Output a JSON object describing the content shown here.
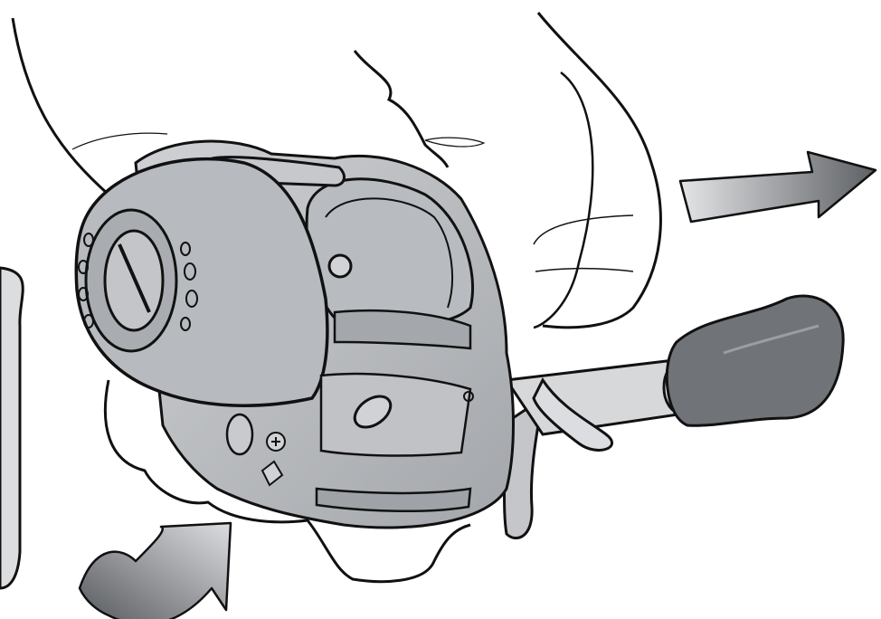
{
  "illustration": {
    "subject": "baitcasting-reel-held-in-hand",
    "arrows": [
      {
        "kind": "straight-arrow",
        "direction": "right"
      },
      {
        "kind": "curved-arrow",
        "direction": "rotate-up-right"
      }
    ],
    "colors": {
      "outline": "#111111",
      "reel_light": "#c9cbce",
      "reel_mid": "#aeb1b5",
      "reel_dark": "#8d9095",
      "knob": "#6e7175",
      "panel": "#d9dadc",
      "skin": "#ffffff"
    }
  }
}
